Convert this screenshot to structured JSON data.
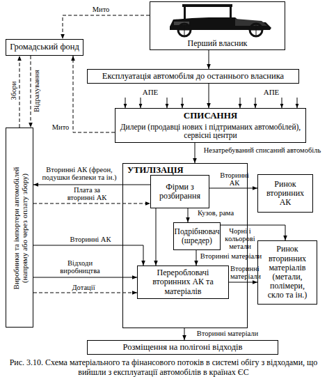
{
  "diagram": {
    "caption": "Рис. 3.10. Схема матеріального та фінансового потоків в системі обігу з відходами, що вийшли з експлуатації автомобілів в країнах ЄС",
    "nodes": [
      {
        "text": [
          "Перший власник"
        ]
      },
      {
        "text": [
          "Громадський фонд"
        ]
      },
      {
        "text": [
          "Експлуатація автомобіля до останнього власника"
        ]
      },
      {
        "text": [
          "СПИСАННЯ",
          "Дилери (продавці нових і підтриманих автомобілей), сервісні центри"
        ]
      },
      {
        "text": [
          "Виробники та імпортери автомобілей (напряму або через оплату збору)"
        ]
      },
      {
        "text": [
          "УТИЛІЗАЦІЯ"
        ]
      },
      {
        "text": [
          "Фірми з розбирання"
        ],
        "in": 5
      },
      {
        "text": [
          "Подрібнювач (шредер)"
        ],
        "in": 5
      },
      {
        "text": [
          "Переробловачі вторинних АК та матеріалів"
        ],
        "in": 5
      },
      {
        "text": [
          "Ринок вторинних АК"
        ]
      },
      {
        "text": [
          "Ринок вторинних матеріалів (метали, полімери, скло та ін.)"
        ]
      },
      {
        "text": [
          "Розміщення на полігоні відходів"
        ]
      }
    ],
    "edges": [
      {
        "from": 0,
        "to": 1,
        "label": "Мито",
        "arrow": "to"
      },
      {
        "from": 0,
        "to": 2,
        "arrow": "to"
      },
      {
        "from": 2,
        "to": 3,
        "arrow": "to"
      },
      {
        "from": 3,
        "to": 1,
        "label": "Мито",
        "arrow": "to"
      },
      {
        "from": 4,
        "to": 1,
        "label": "Збори",
        "arrow": "to"
      },
      {
        "from": 1,
        "to": 4,
        "label": "Відрахування",
        "arrow": "to"
      },
      {
        "from": 3,
        "to": 5,
        "label": "Незатребуваний списаний автомобіль",
        "arrow": "to"
      },
      {
        "from": 6,
        "to": 4,
        "label": "Вторинні АК (фреон, подушки безпеки та ін.)",
        "arrow": "to"
      },
      {
        "from": 4,
        "to": 6,
        "label": "Плата за вторинні АК",
        "arrow": "to"
      },
      {
        "from": 4,
        "to": 8,
        "label": "Вторинні АК",
        "arrow": "to"
      },
      {
        "from": 4,
        "to": 8,
        "label": "Відходи виробництва",
        "arrow": "to"
      },
      {
        "from": 4,
        "to": 8,
        "label": "Дотації",
        "arrow": "to"
      },
      {
        "from": 6,
        "to": 9,
        "label": "Вторинні АК",
        "arrow": "to"
      },
      {
        "from": 6,
        "to": 7,
        "label": "Кузов, рама",
        "arrow": "to"
      },
      {
        "from": 6,
        "to": 8,
        "arrow": "to"
      },
      {
        "from": 7,
        "to": 10,
        "label": "Чорні і кольорові метали",
        "arrow": "to"
      },
      {
        "from": 7,
        "to": 8,
        "label": "Вторинні матеріали",
        "arrow": "to"
      },
      {
        "from": 8,
        "to": 10,
        "label": "Вторинні матеріали",
        "arrow": "to"
      },
      {
        "from": 5,
        "to": 11,
        "label": "Вторинні матеріали",
        "arrow": "to"
      }
    ],
    "labels": [
      "АПЕ",
      "АПЕ"
    ]
  }
}
